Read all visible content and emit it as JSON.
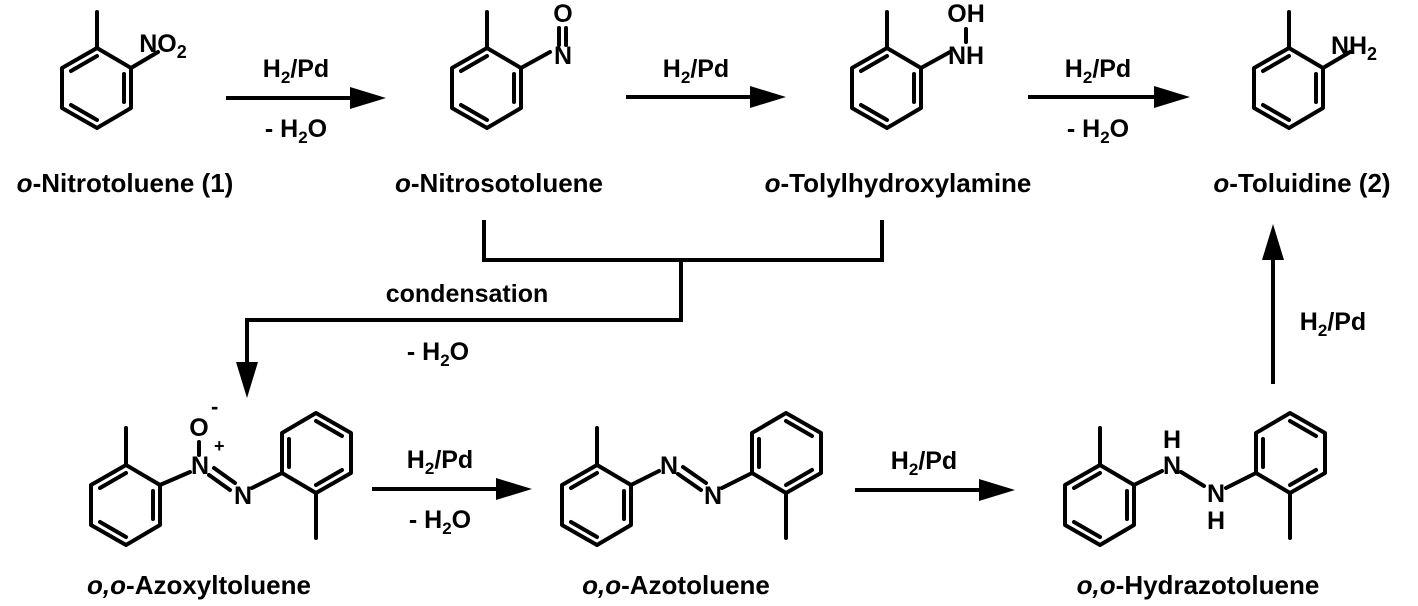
{
  "compounds": {
    "nitrotoluene": {
      "name_prefix": "o",
      "name_rest": "-Nitrotoluene (1)",
      "group_main": "NO",
      "group_sub": "2"
    },
    "nitrosotoluene": {
      "name_prefix": "o",
      "name_rest": "-Nitrosotoluene",
      "atom_n": "N",
      "atom_o": "O"
    },
    "tolylhydroxylamine": {
      "name_prefix": "o",
      "name_rest": "-Tolylhydroxylamine",
      "atom_nh": "NH",
      "atom_oh": "OH"
    },
    "toluidine": {
      "name_prefix": "o",
      "name_rest": "-Toluidine (2)",
      "group_main": "NH",
      "group_sub": "2"
    },
    "azoxytoluene": {
      "name_prefix": "o,o",
      "name_rest": "-Azoxyltoluene",
      "atom_n_plus": "N",
      "charge_plus": "+",
      "atom_o_minus": "O",
      "charge_minus": "-",
      "atom_n": "N"
    },
    "azotoluene": {
      "name_prefix": "o,o",
      "name_rest": "-Azotoluene",
      "atom_n1": "N",
      "atom_n2": "N"
    },
    "hydrazotoluene": {
      "name_prefix": "o,o",
      "name_rest": "-Hydrazotoluene",
      "atom_n1": "N",
      "atom_h1": "H",
      "atom_n2": "N",
      "atom_h2": "H"
    }
  },
  "reagents": {
    "h2_pd": {
      "a": "H",
      "sub": "2",
      "b": "/Pd"
    },
    "minus_water": {
      "a": "- H",
      "sub": "2",
      "b": "O"
    },
    "condensation": "condensation"
  },
  "colors": {
    "ink": "#000000",
    "background": "#ffffff"
  }
}
